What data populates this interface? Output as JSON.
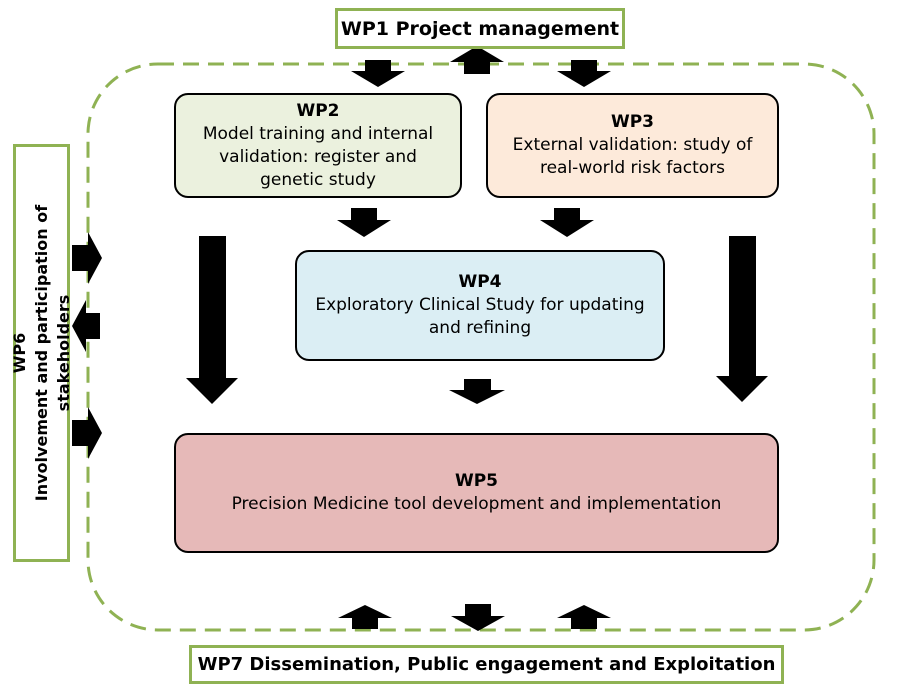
{
  "wp1": {
    "label": "WP1 Project management"
  },
  "wp2": {
    "title": "WP2",
    "lines": [
      "Model training and internal",
      "validation: register and",
      "genetic study"
    ]
  },
  "wp3": {
    "title": "WP3",
    "lines": [
      "External validation: study of",
      "real-world risk factors"
    ]
  },
  "wp4": {
    "title": "WP4",
    "lines": [
      "Exploratory Clinical Study for updating",
      "and refining"
    ]
  },
  "wp5": {
    "title": "WP5",
    "lines": [
      "Precision Medicine tool development and implementation"
    ]
  },
  "wp6": {
    "title": "WP6",
    "label": "Involvement and participation of stakeholders"
  },
  "wp7": {
    "label": "WP7 Dissemination, Public engagement and Exploitation"
  },
  "colors": {
    "green_border": "#8fb253",
    "wp2_fill": "#ebf1de",
    "wp3_fill": "#fdeada",
    "wp4_fill": "#dbeef4",
    "wp5_fill": "#e6b9b8"
  }
}
